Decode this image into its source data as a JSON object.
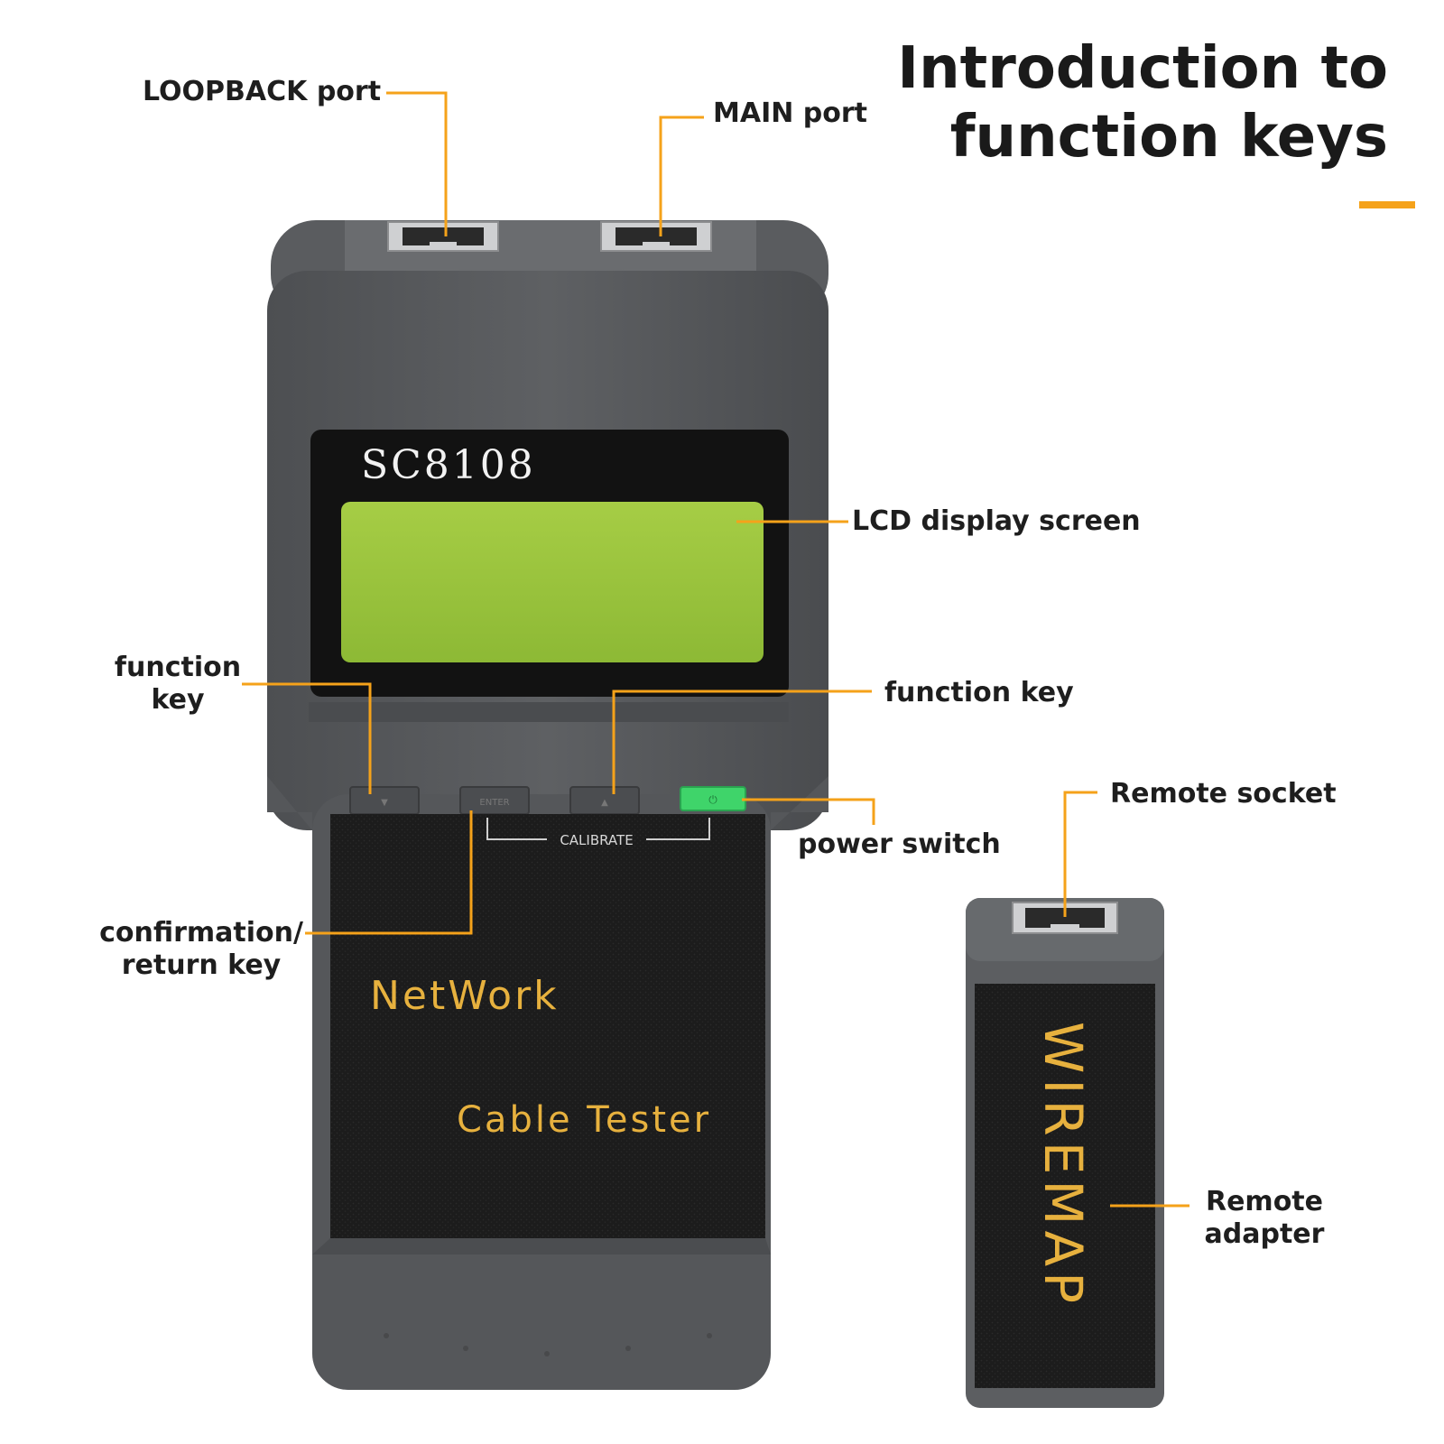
{
  "title": {
    "line1": "Introduction to",
    "line2": "function keys"
  },
  "device": {
    "model": "SC8108",
    "brand_line1": "NetWork",
    "brand_line2": "Cable Tester",
    "calibrate_label": "CALIBRATE",
    "keys": [
      "▼",
      "ENTER",
      "▲",
      "⏻"
    ]
  },
  "remote": {
    "label": "WIREMAP"
  },
  "callouts": {
    "loopback_port": "LOOPBACK port",
    "main_port": "MAIN port",
    "lcd_display": "LCD display screen",
    "function_key_left_line1": "function",
    "function_key_left_line2": "key",
    "function_key_right": "function key",
    "power_switch": "power switch",
    "confirmation_line1": "confirmation/",
    "confirmation_line2": "return key",
    "remote_socket": "Remote socket",
    "remote_adapter_line1": "Remote",
    "remote_adapter_line2": "adapter"
  },
  "colors": {
    "accent": "#f5a21a",
    "body": "#57595c",
    "panel": "#1f1f1f",
    "lcd": "#9bc53d",
    "power_key": "#3fd46a"
  }
}
